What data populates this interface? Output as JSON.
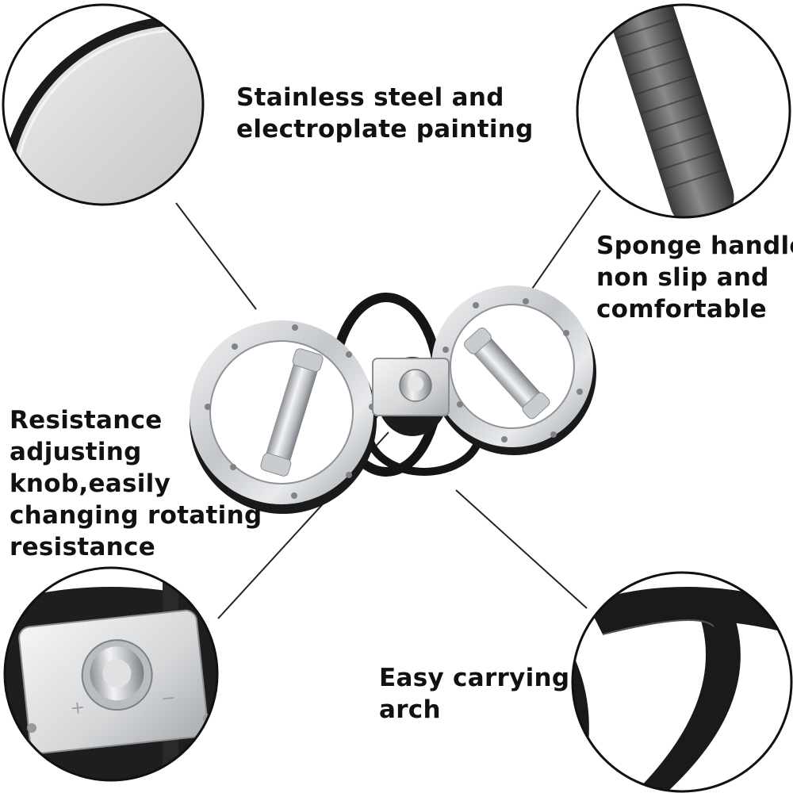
{
  "callouts": {
    "material": {
      "lines": [
        "Stainless steel and",
        "electroplate painting"
      ]
    },
    "handle": {
      "lines": [
        "Sponge handle",
        "non slip and",
        "comfortable"
      ]
    },
    "knob": {
      "lines": [
        "Resistance",
        "adjusting",
        "knob,easily",
        "changing rotating",
        "resistance"
      ]
    },
    "arch": {
      "lines": [
        "Easy carrying",
        "arch"
      ]
    }
  },
  "colors": {
    "background": "#ffffff",
    "text": "#111111",
    "steel": "#c9ccd0",
    "rubber": "#1a1a1a",
    "leader_line": "#222222"
  },
  "icons": {
    "material_detail": "steel-ring-closeup",
    "handle_detail": "foam-grip-closeup",
    "knob_detail": "resistance-knob-closeup",
    "arch_detail": "carrying-arch-closeup",
    "product": "rotating-wrist-exerciser"
  }
}
